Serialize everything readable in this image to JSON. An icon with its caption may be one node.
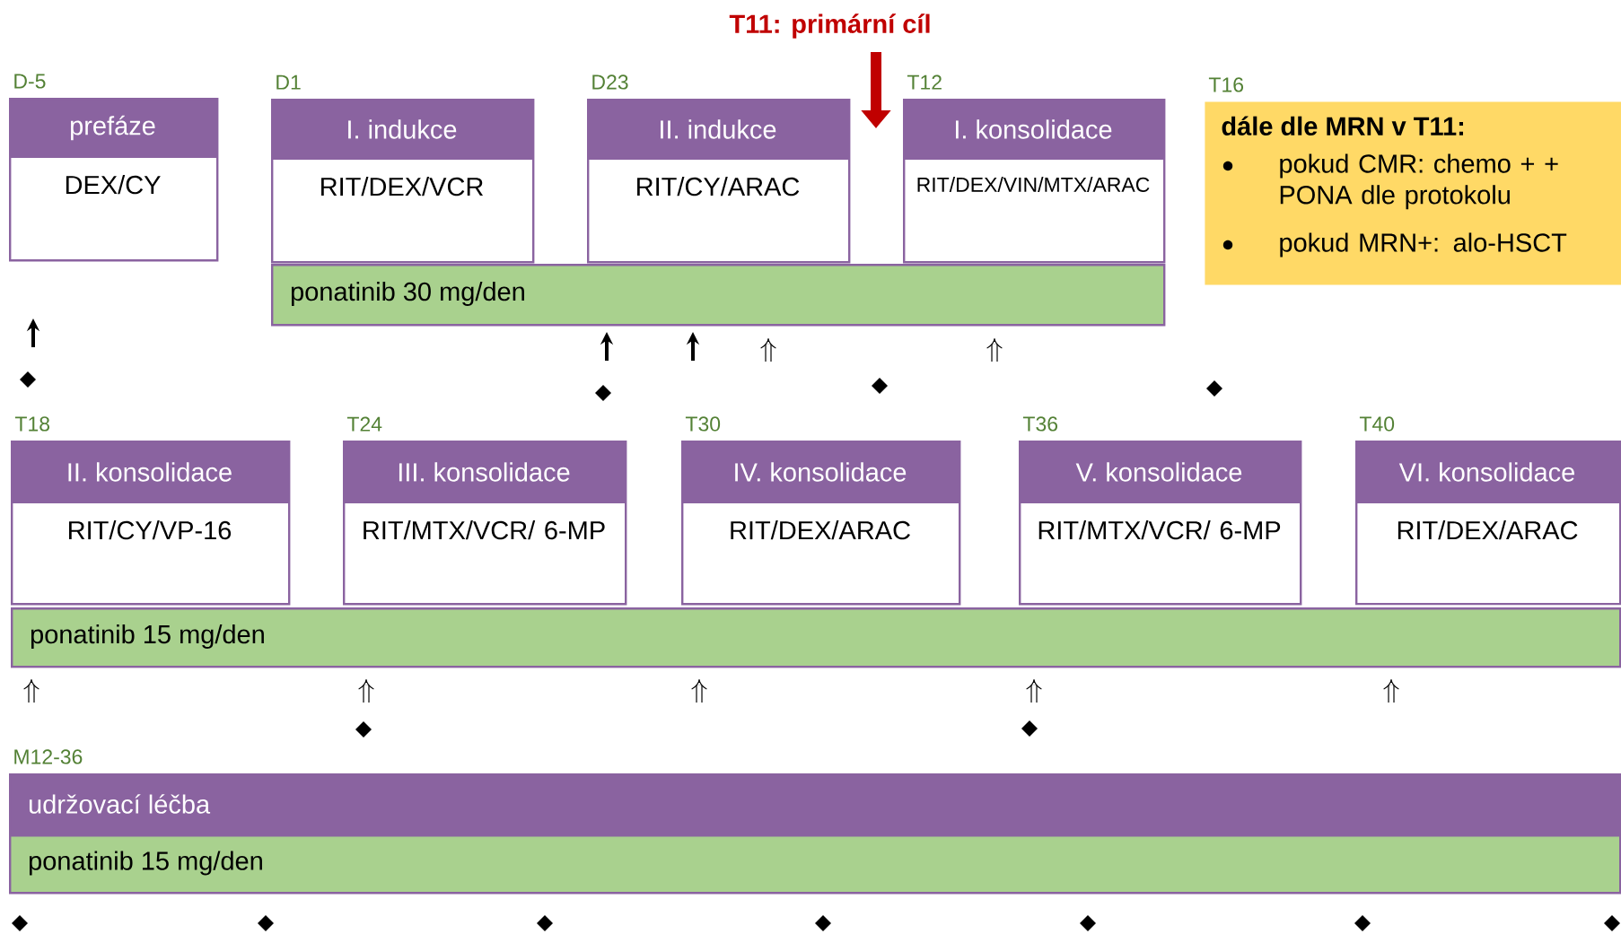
{
  "diagram": {
    "nodes": [
      {
        "text": [
          "prefáze",
          "DEX/CY"
        ],
        "beside": [
          "D-5"
        ]
      },
      {
        "text": [
          "I. indukce",
          "RIT/DEX/VCR"
        ],
        "beside": [
          "D1"
        ]
      },
      {
        "text": [
          "II. indukce",
          "RIT/CY/ARAC"
        ],
        "beside": [
          "D23"
        ]
      },
      {
        "text": [
          "I. konsolidace",
          "RIT/DEX/VIN/MTX/ARAC"
        ],
        "beside": [
          "T12"
        ]
      },
      {
        "text": [
          "ponatinib 30 mg/den"
        ]
      },
      {
        "text": [
          "dále dle MRN v T11:",
          "pokud CMR: chemo + + PONA dle protokolu",
          "pokud MRN+: alo-HSCT"
        ],
        "beside": [
          "T16"
        ]
      },
      {
        "text": [
          "II. konsolidace",
          "RIT/CY/VP-16"
        ],
        "beside": [
          "T18"
        ]
      },
      {
        "text": [
          "III. konsolidace",
          "RIT/MTX/VCR/ 6-MP"
        ],
        "beside": [
          "T24"
        ]
      },
      {
        "text": [
          "IV. konsolidace",
          "RIT/DEX/ARAC"
        ],
        "beside": [
          "T30"
        ]
      },
      {
        "text": [
          "V. konsolidace",
          "RIT/MTX/VCR/ 6-MP"
        ],
        "beside": [
          "T36"
        ]
      },
      {
        "text": [
          "VI. konsolidace",
          "RIT/DEX/ARAC"
        ],
        "beside": [
          "T40"
        ]
      },
      {
        "text": [
          "ponatinib 15 mg/den"
        ]
      },
      {
        "text": [
          "udržovací léčba"
        ],
        "beside": [
          "M12-36"
        ]
      },
      {
        "text": [
          "ponatinib 15 mg/den"
        ]
      }
    ],
    "labels": [
      "T11: primární cíl"
    ]
  }
}
